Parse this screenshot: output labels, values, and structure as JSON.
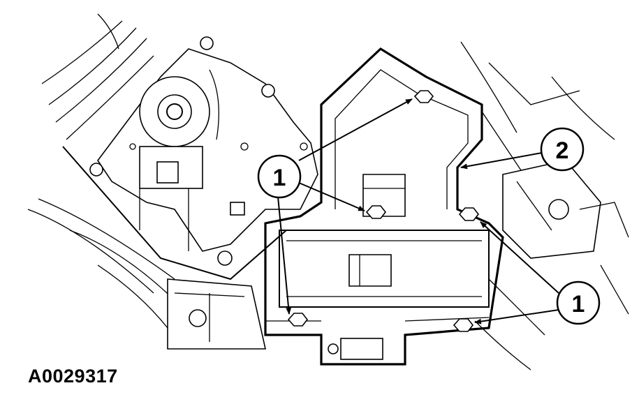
{
  "figure_id": "A0029317",
  "callouts": [
    {
      "label": "1"
    },
    {
      "label": "2"
    },
    {
      "label": "1"
    }
  ],
  "colors": {
    "ink": "#000000",
    "paper": "#ffffff"
  }
}
